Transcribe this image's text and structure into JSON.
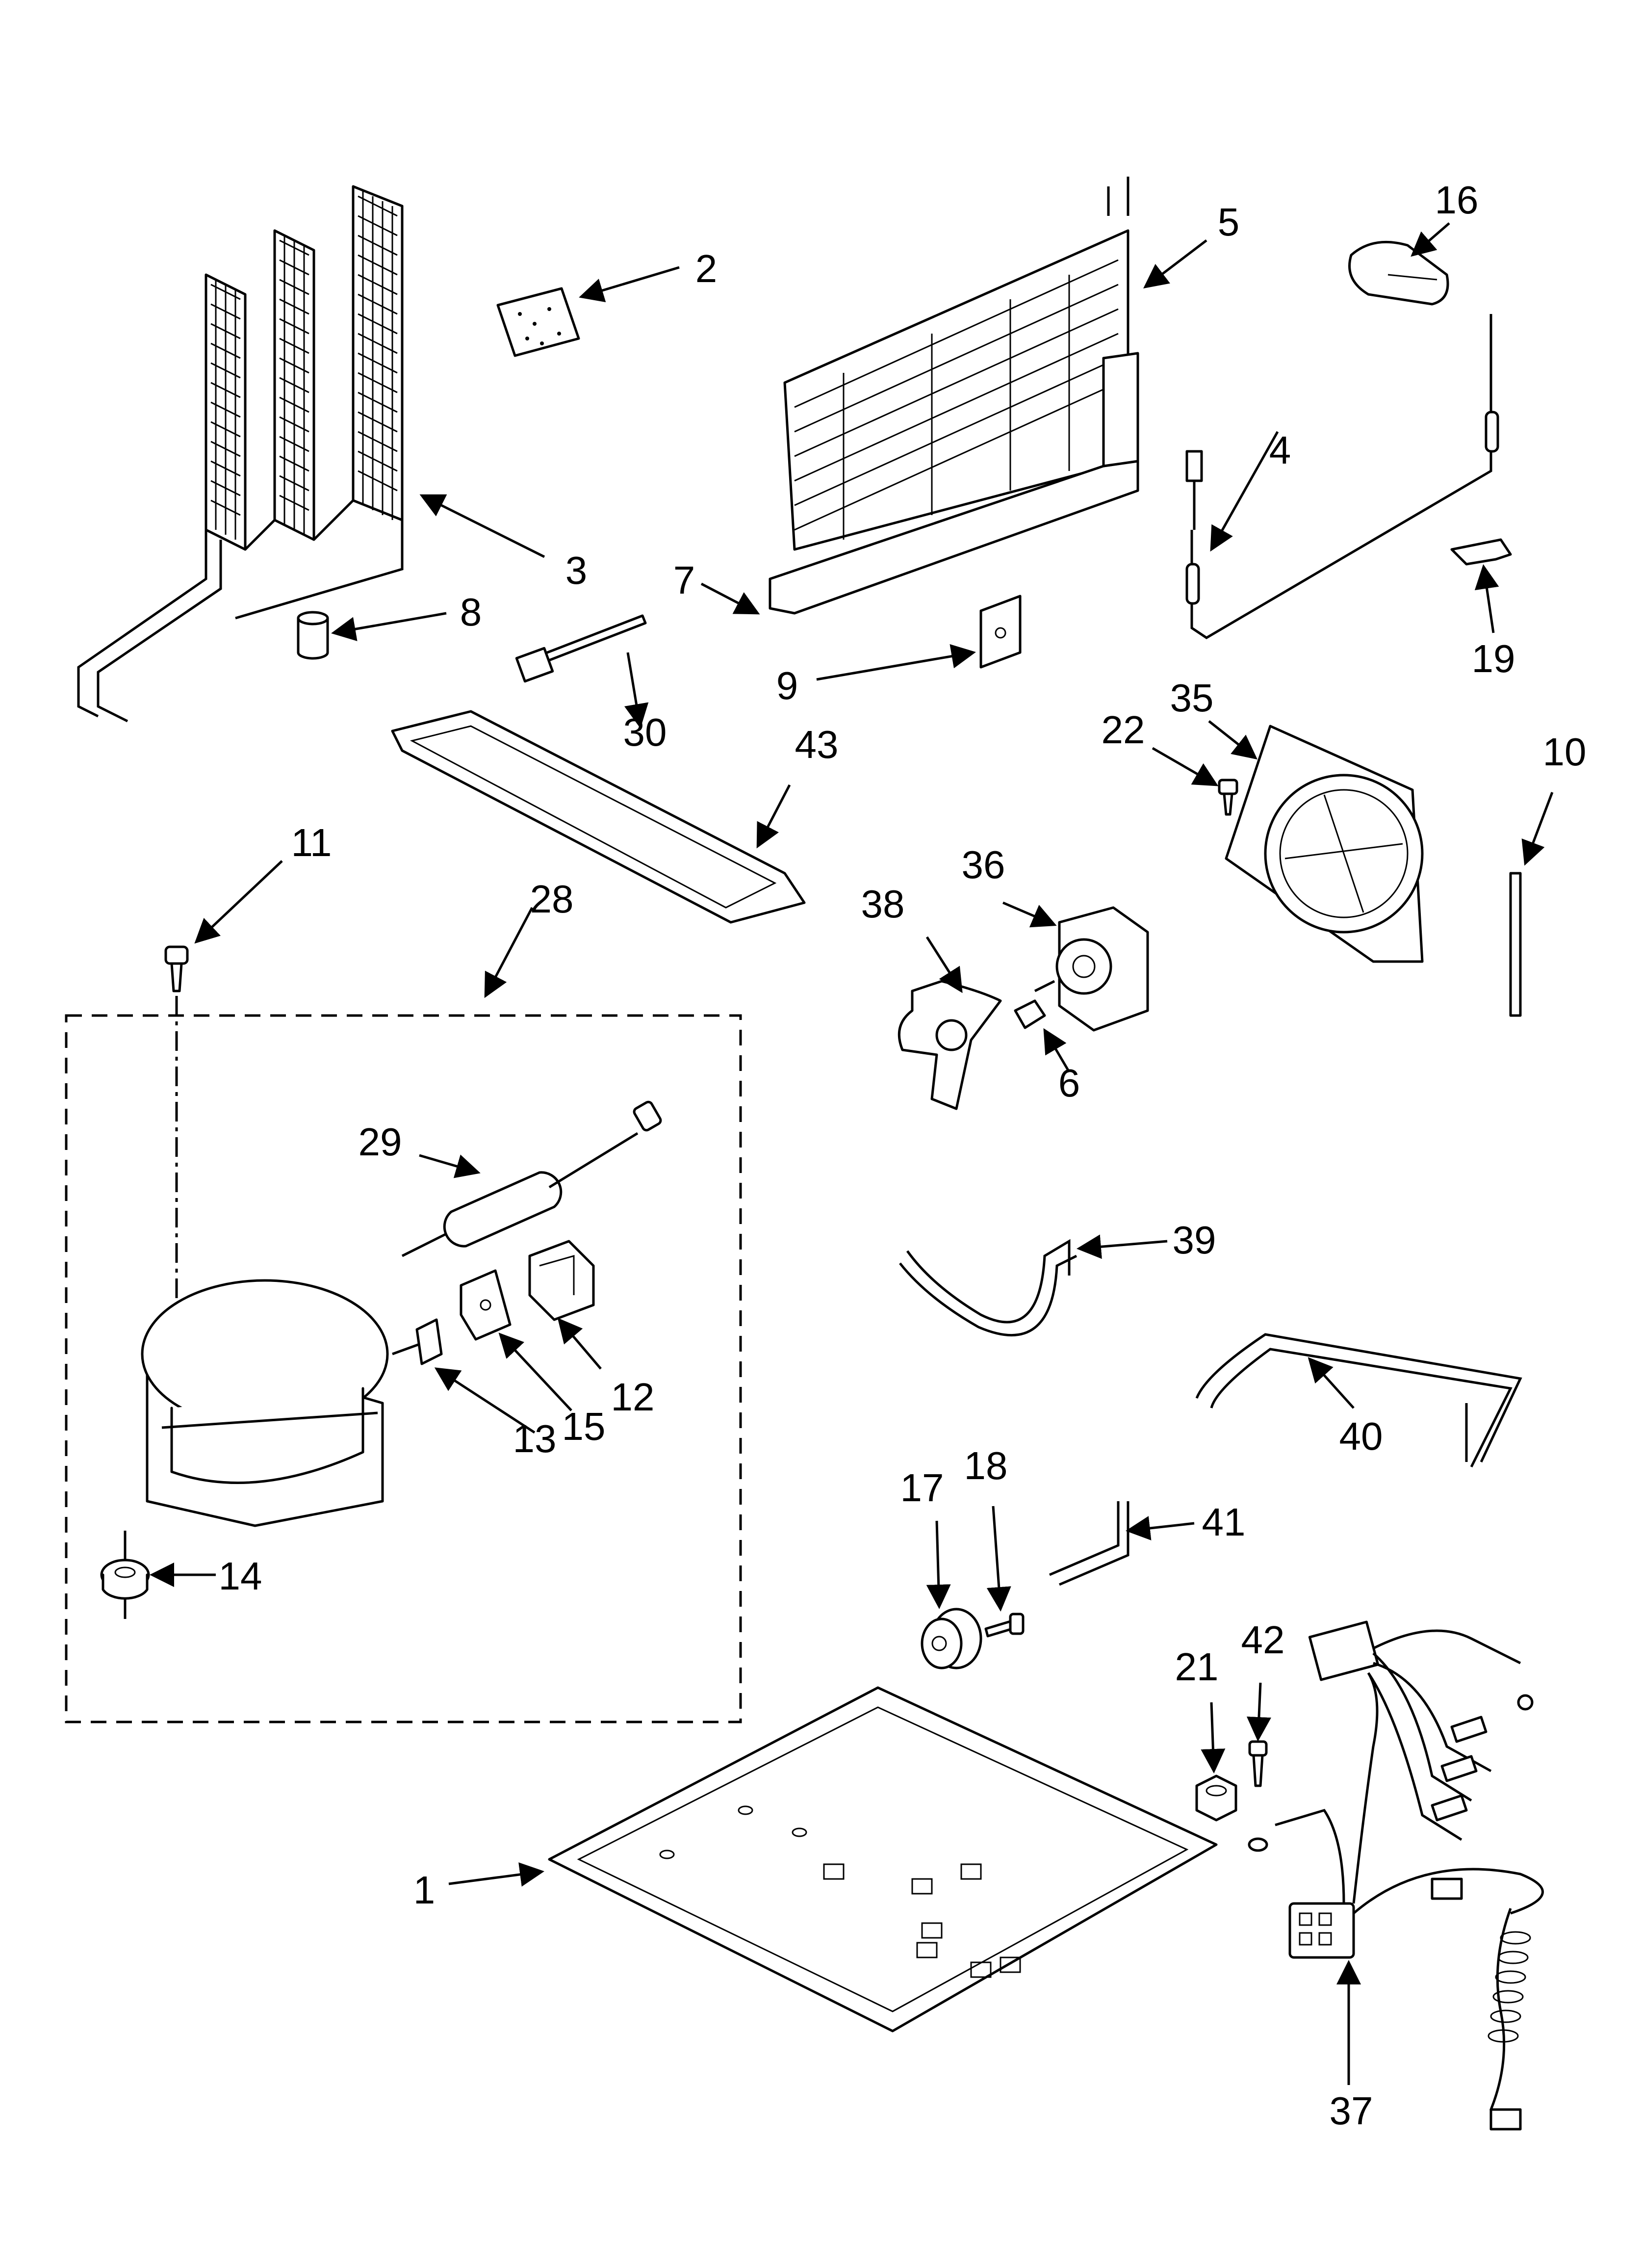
{
  "callouts": [
    {
      "id": "c1",
      "text": "1"
    },
    {
      "id": "c2",
      "text": "2"
    },
    {
      "id": "c3",
      "text": "3"
    },
    {
      "id": "c4",
      "text": "4"
    },
    {
      "id": "c5",
      "text": "5"
    },
    {
      "id": "c6",
      "text": "6"
    },
    {
      "id": "c7",
      "text": "7"
    },
    {
      "id": "c8",
      "text": "8"
    },
    {
      "id": "c9",
      "text": "9"
    },
    {
      "id": "c10",
      "text": "10"
    },
    {
      "id": "c11",
      "text": "11"
    },
    {
      "id": "c12",
      "text": "12"
    },
    {
      "id": "c13",
      "text": "13"
    },
    {
      "id": "c14",
      "text": "14"
    },
    {
      "id": "c15",
      "text": "15"
    },
    {
      "id": "c16",
      "text": "16"
    },
    {
      "id": "c17",
      "text": "17"
    },
    {
      "id": "c18",
      "text": "18"
    },
    {
      "id": "c19",
      "text": "19"
    },
    {
      "id": "c21",
      "text": "21"
    },
    {
      "id": "c22",
      "text": "22"
    },
    {
      "id": "c28",
      "text": "28"
    },
    {
      "id": "c29",
      "text": "29"
    },
    {
      "id": "c30",
      "text": "30"
    },
    {
      "id": "c35",
      "text": "35"
    },
    {
      "id": "c36",
      "text": "36"
    },
    {
      "id": "c37",
      "text": "37"
    },
    {
      "id": "c38",
      "text": "38"
    },
    {
      "id": "c39",
      "text": "39"
    },
    {
      "id": "c40",
      "text": "40"
    },
    {
      "id": "c41",
      "text": "41"
    },
    {
      "id": "c42",
      "text": "42"
    },
    {
      "id": "c43",
      "text": "43"
    }
  ]
}
